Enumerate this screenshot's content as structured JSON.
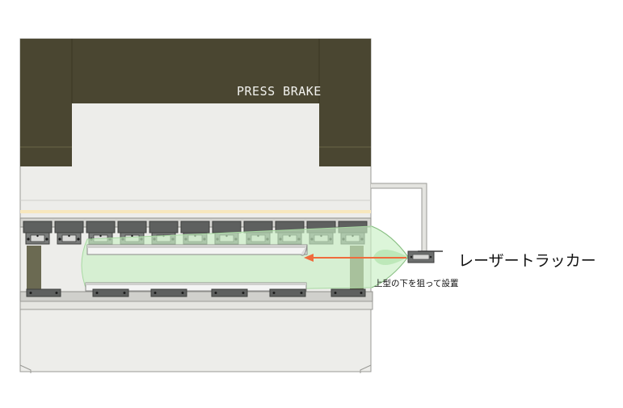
{
  "machine": {
    "name": "PRESS BRAKE"
  },
  "device": {
    "label": "レーザートラッカー"
  },
  "annotation": {
    "note": "上型の下を狙って設置"
  },
  "colors": {
    "frame_dark": "#4a4631",
    "body_light": "#ededea",
    "outline": "#9a9a96",
    "tooling": "#5e605f",
    "beam_area": "#c9efc4",
    "laser_arrow": "#ef6b3c",
    "cream_stripe": "#f7e7bd"
  },
  "icons": {
    "tracker": "laser-tracker-icon",
    "upper_tool": "upper-punch-icon",
    "lower_tool": "lower-die-icon"
  }
}
